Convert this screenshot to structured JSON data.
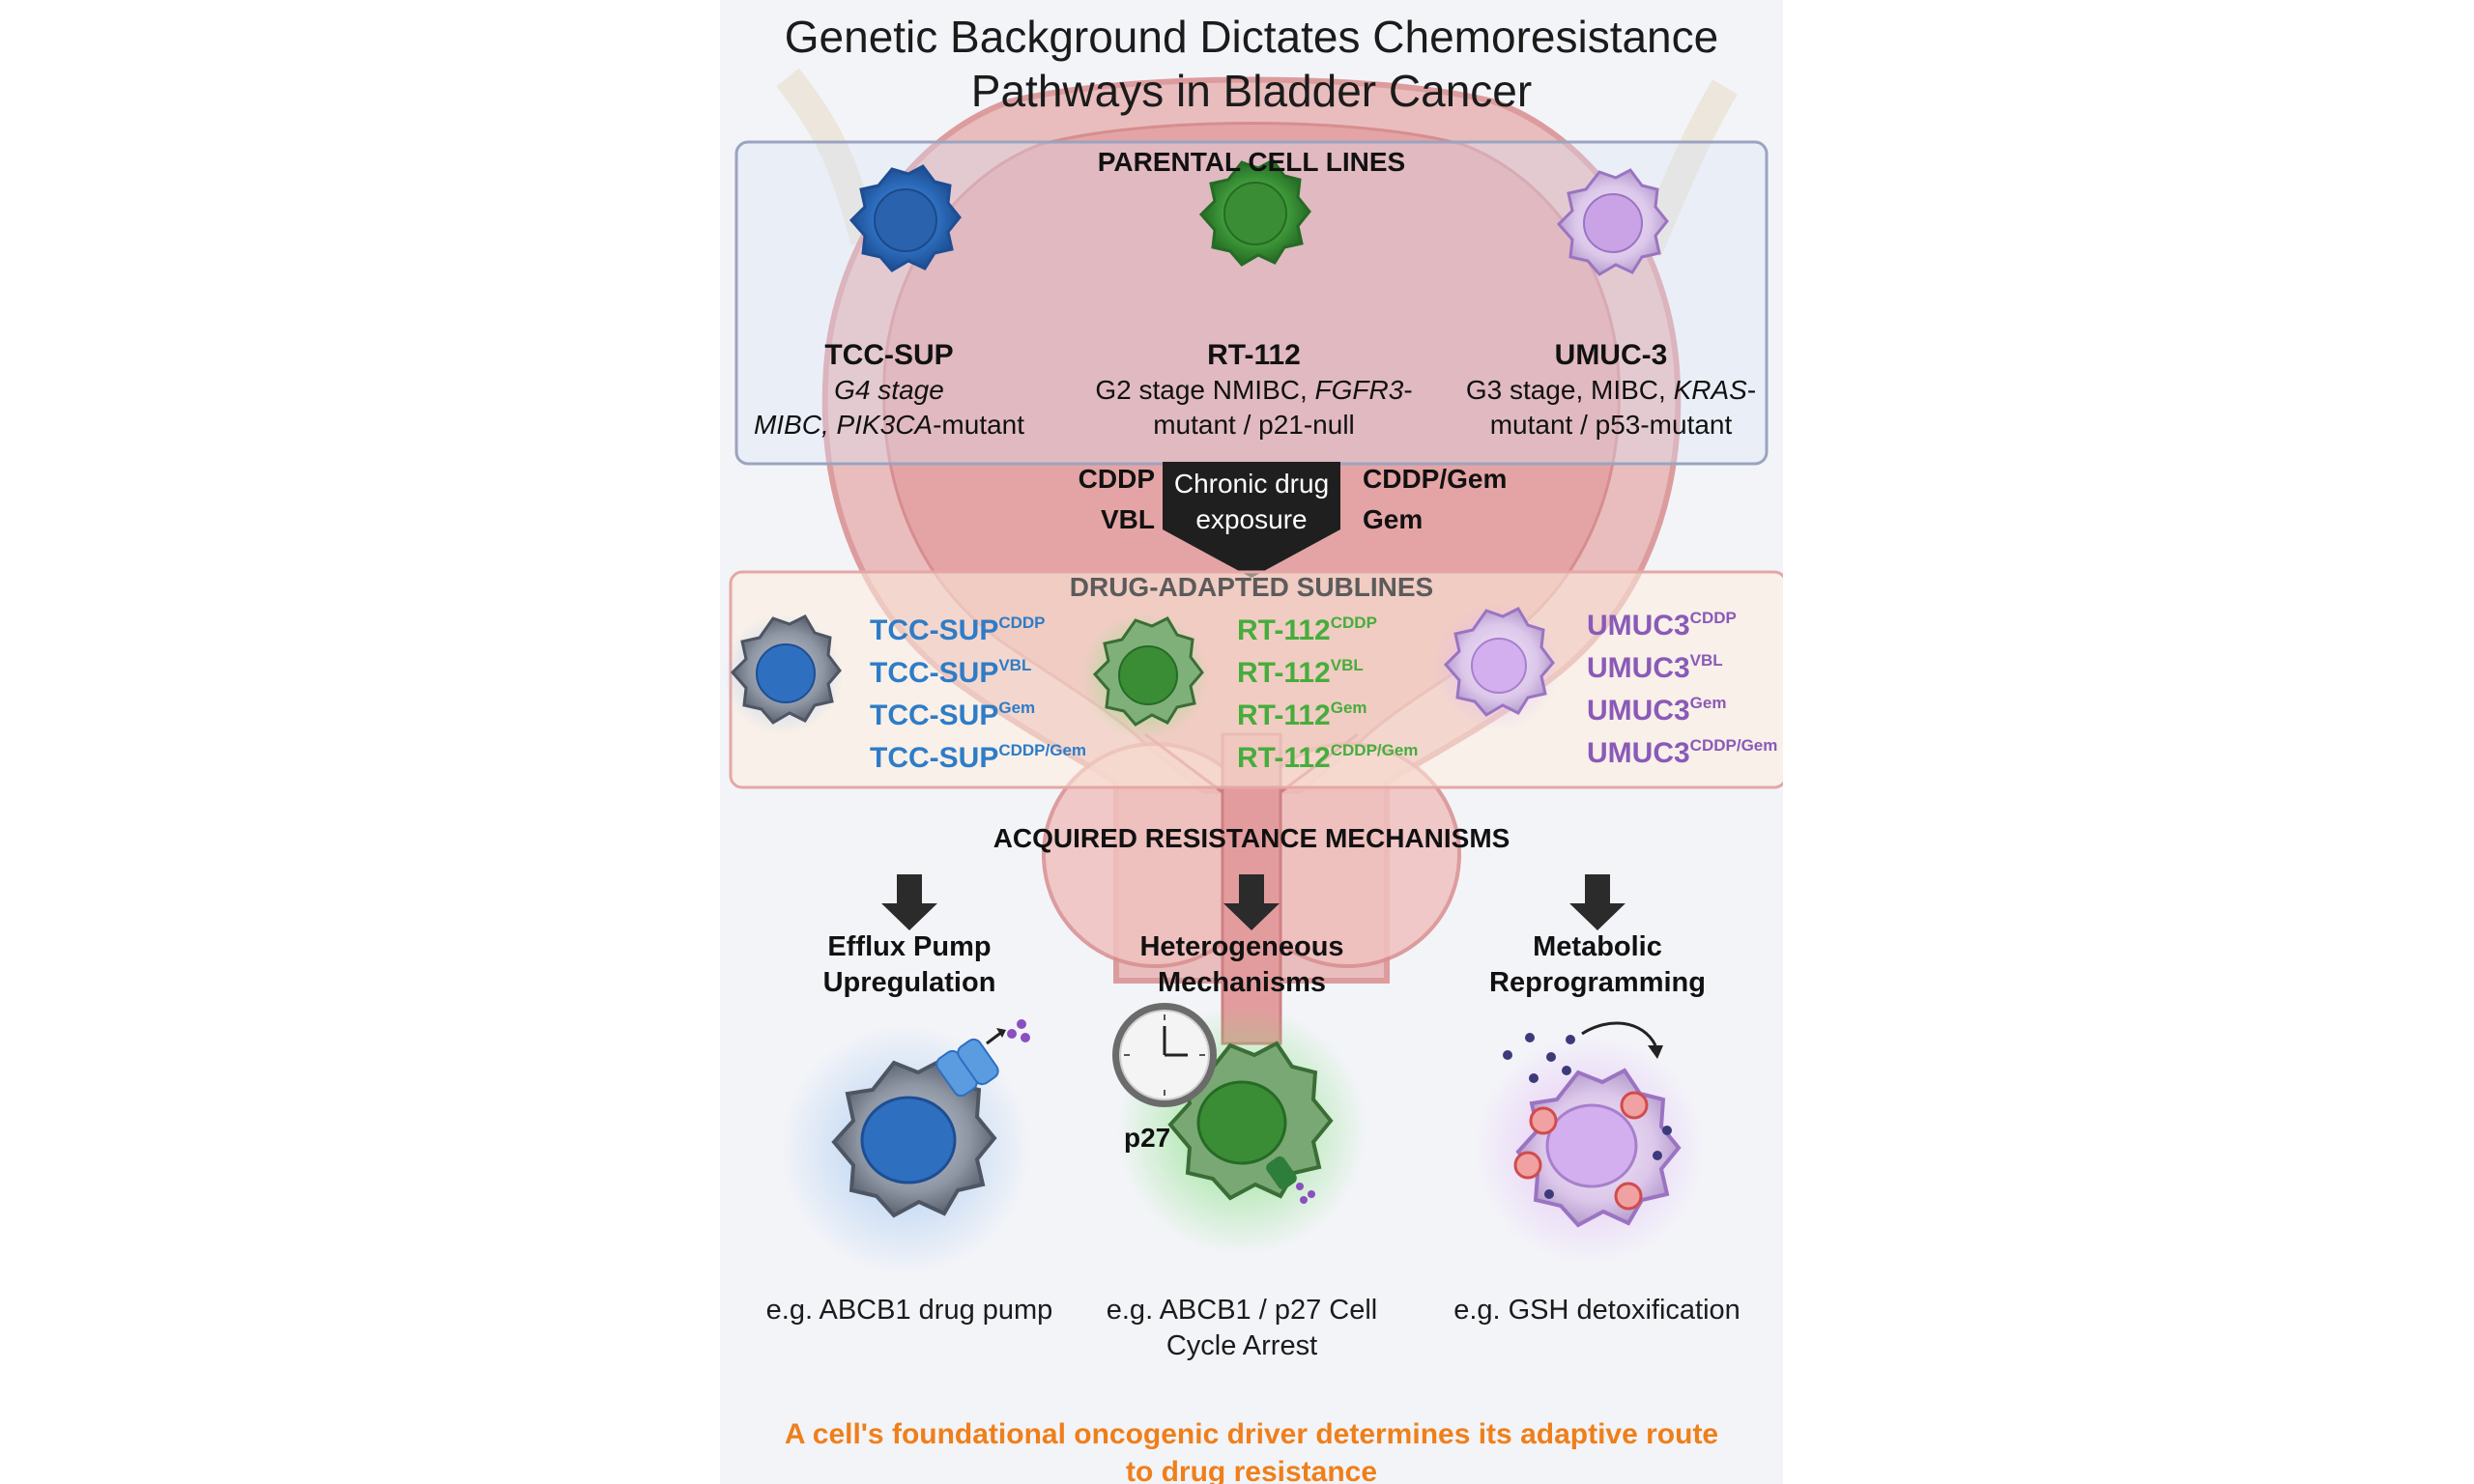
{
  "title": {
    "line1": "Genetic Background Dictates Chemoresistance",
    "line2": "Pathways in Bladder Cancer"
  },
  "parental": {
    "heading": "PARENTAL CELL LINES",
    "cells": [
      {
        "name": "TCC-SUP",
        "desc_line1": "G4 stage",
        "desc_line2_a": "MIBC, ",
        "desc_line2_b": "PIK3CA",
        "desc_line2_c": "-mutant",
        "color": "#2e6fc0"
      },
      {
        "name": "RT-112",
        "desc_line1_a": "G2 stage NMIBC, ",
        "desc_line1_b": "FGFR3",
        "desc_line1_c": "-",
        "desc_line2": "mutant / p21-null",
        "color": "#3f9a3a"
      },
      {
        "name": "UMUC-3",
        "desc_line1_a": "G3 stage, MIBC, ",
        "desc_line1_b": "KRAS",
        "desc_line1_c": "-",
        "desc_line2": "mutant / p53-mutant",
        "color": "#b58fd8"
      }
    ]
  },
  "exposure": {
    "left_drugs": [
      "CDDP",
      "VBL"
    ],
    "right_drugs": [
      "CDDP/Gem",
      "Gem"
    ],
    "arrow_line1": "Chronic drug",
    "arrow_line2": "exposure"
  },
  "adapted": {
    "heading": "DRUG-ADAPTED SUBLINES",
    "groups": [
      {
        "base": "TCC-SUP",
        "suffixes": [
          "CDDP",
          "VBL",
          "Gem",
          "CDDP/Gem"
        ],
        "color": "#2e7cc7"
      },
      {
        "base": "RT-112",
        "suffixes": [
          "CDDP",
          "VBL",
          "Gem",
          "CDDP/Gem"
        ],
        "color": "#46ad3c"
      },
      {
        "base": "UMUC3",
        "suffixes": [
          "CDDP",
          "VBL",
          "Gem",
          "CDDP/Gem"
        ],
        "color": "#8a5ab8"
      }
    ]
  },
  "mechanisms": {
    "heading": "ACQUIRED RESISTANCE MECHANISMS",
    "items": [
      {
        "title_line1": "Efflux Pump",
        "title_line2": "Upregulation",
        "example_line1": "e.g. ABCB1 drug pump",
        "example_line2": ""
      },
      {
        "title_line1": "Heterogeneous",
        "title_line2": "Mechanisms",
        "example_line1": "e.g. ABCB1 / p27 Cell",
        "example_line2": "Cycle Arrest",
        "label": "p27"
      },
      {
        "title_line1": "Metabolic",
        "title_line2": "Reprogramming",
        "example_line1": "e.g. GSH detoxification",
        "example_line2": ""
      }
    ]
  },
  "conclusion": {
    "line1": "A cell's foundational oncogenic driver determines its adaptive route",
    "line2": "to drug resistance"
  },
  "colors": {
    "bladder": "#e8aeb0",
    "tcc": "#2e6fc0",
    "rt": "#3f9a3a",
    "umuc": "#b58fd8",
    "accent": "#ef7f1a"
  }
}
